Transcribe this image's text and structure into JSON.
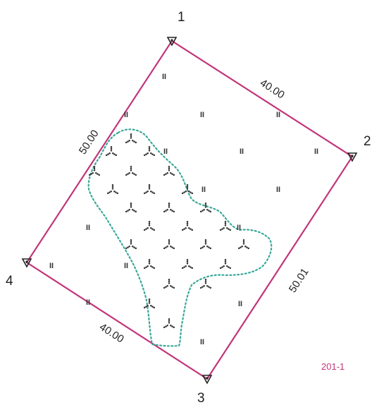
{
  "colors": {
    "boundary": "#c2357a",
    "area_outline": "#3aa89a",
    "symbol": "#333333",
    "marker": "#222222",
    "code_text": "#c2357a"
  },
  "vertices": [
    {
      "label": "1"
    },
    {
      "label": "2"
    },
    {
      "label": "3"
    },
    {
      "label": "4"
    }
  ],
  "edges": [
    {
      "length": "40.00"
    },
    {
      "length": "50.01"
    },
    {
      "length": "40.00"
    },
    {
      "length": "50.00"
    }
  ],
  "map_code": "201-1",
  "grass_symbol": "II",
  "icons": {
    "vertex_marker": "control-point-triangle-icon",
    "area_symbol": "tree-cluster-icon",
    "land_symbol": "grass-symbol-icon"
  }
}
